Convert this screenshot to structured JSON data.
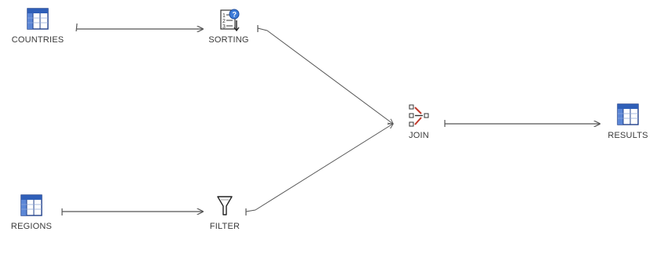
{
  "diagram": {
    "nodes": [
      {
        "id": "countries",
        "label": "COUNTRIES",
        "icon": "table-icon"
      },
      {
        "id": "sorting",
        "label": "SORTING",
        "icon": "sort-icon"
      },
      {
        "id": "join",
        "label": "JOIN",
        "icon": "join-icon"
      },
      {
        "id": "results",
        "label": "RESULTS",
        "icon": "table-icon"
      },
      {
        "id": "regions",
        "label": "REGIONS",
        "icon": "table-icon"
      },
      {
        "id": "filter",
        "label": "FILTER",
        "icon": "filter-icon"
      }
    ],
    "edges": [
      {
        "from": "countries",
        "to": "sorting"
      },
      {
        "from": "regions",
        "to": "filter"
      },
      {
        "from": "sorting",
        "to": "join"
      },
      {
        "from": "filter",
        "to": "join"
      },
      {
        "from": "join",
        "to": "results"
      }
    ],
    "colors": {
      "edge": "#555555",
      "table_header": "#2f5fb8",
      "label": "#3a3a3a"
    }
  }
}
